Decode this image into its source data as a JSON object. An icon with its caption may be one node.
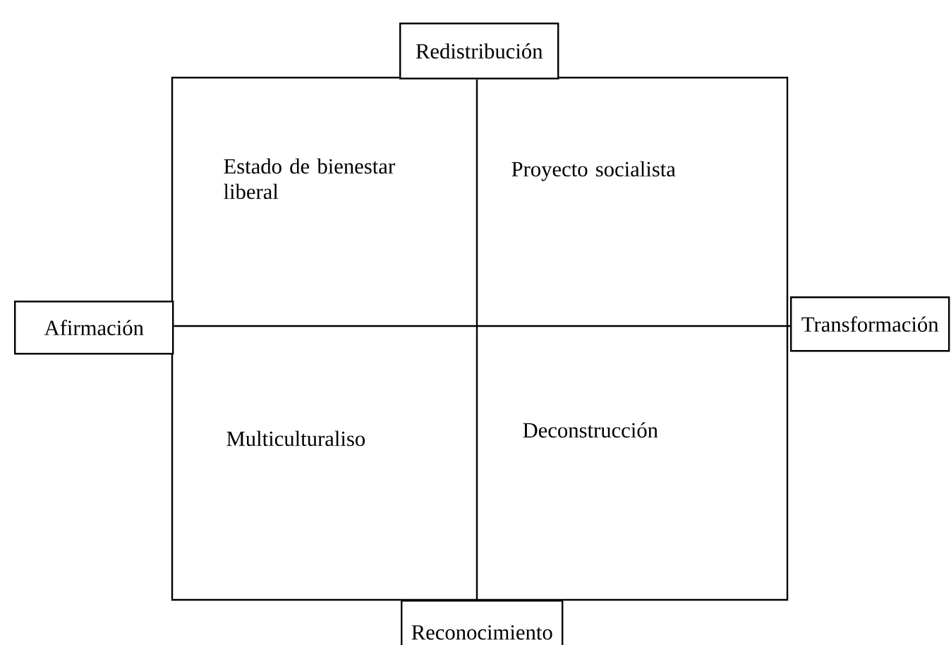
{
  "diagram": {
    "nodes": [
      {
        "text": [
          "Redistribución"
        ]
      },
      {
        "text": [
          "Afirmación"
        ]
      },
      {
        "text": [
          "Transformación"
        ]
      },
      {
        "text": [
          "Reconocimiento"
        ]
      }
    ],
    "edges": [
      {
        "from": 0,
        "to": 3,
        "arrow": "none"
      },
      {
        "from": 1,
        "to": 2,
        "arrow": "none"
      }
    ],
    "labels": [
      "Estado de bienestar liberal",
      "Proyecto socialista",
      "Multiculturaliso",
      "Deconstrucción"
    ]
  }
}
